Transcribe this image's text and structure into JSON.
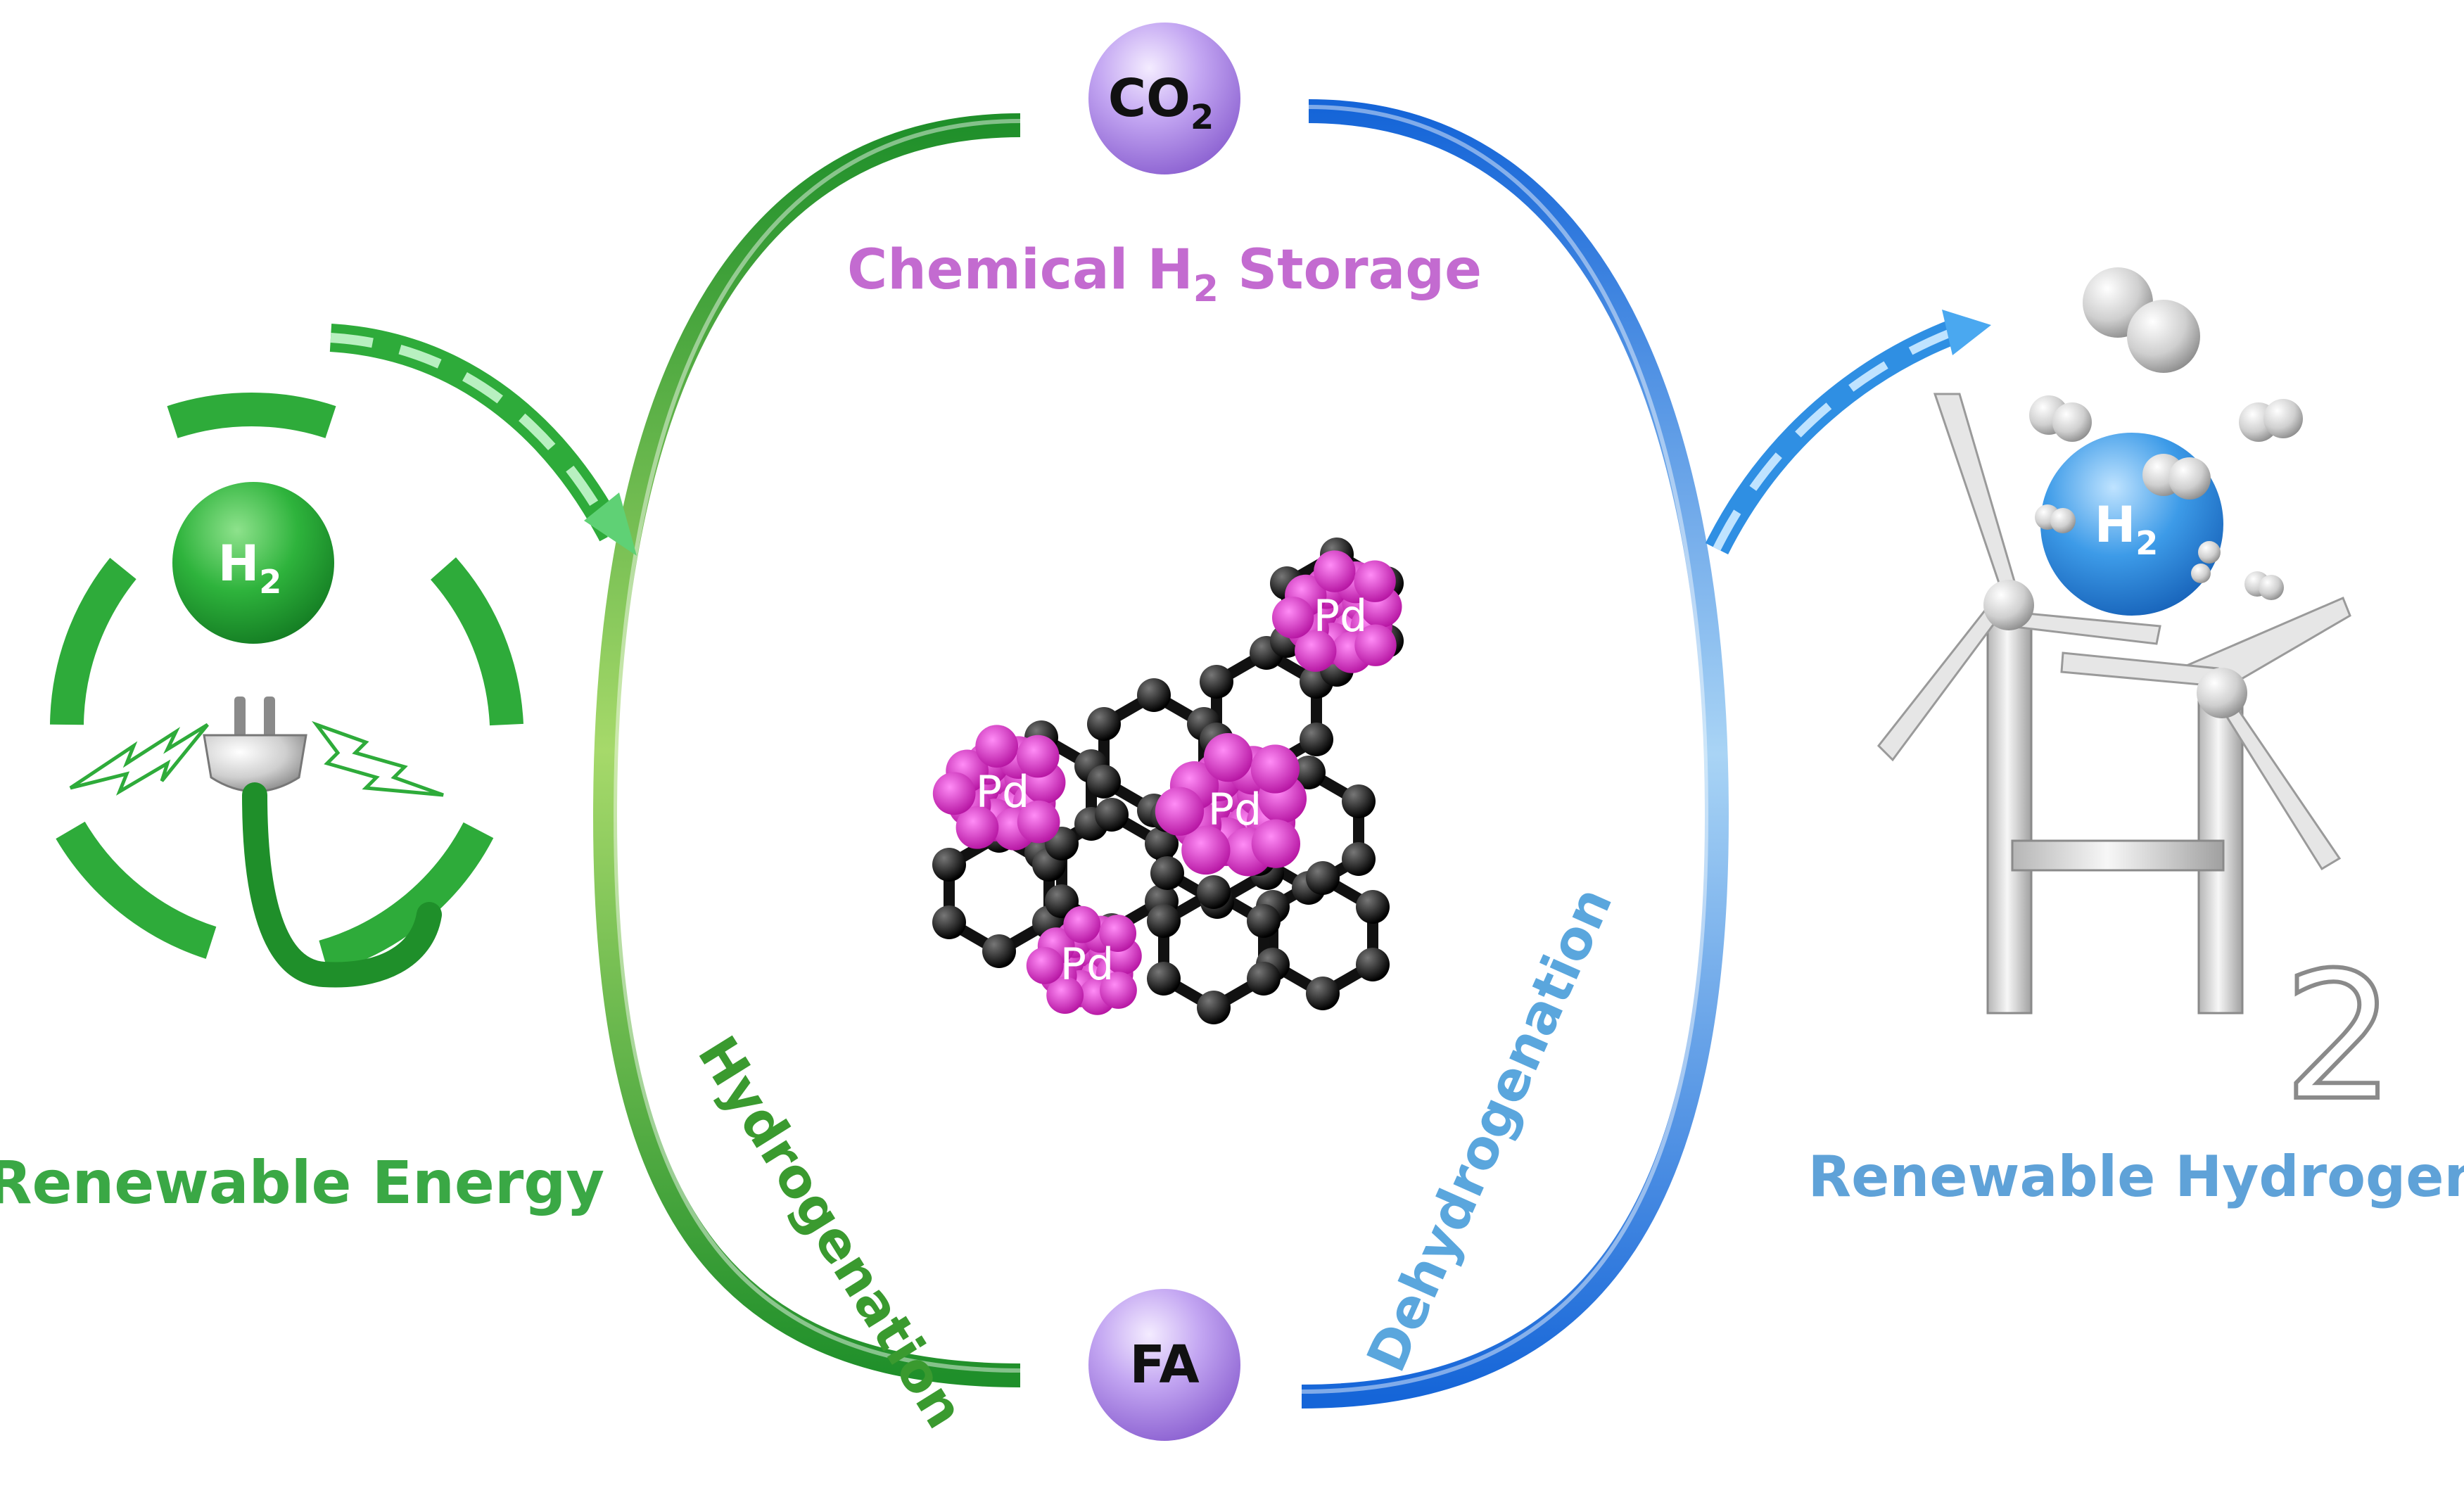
{
  "center": {
    "top_node": {
      "label": "CO",
      "sub": "2"
    },
    "bottom_node": {
      "label": "FA"
    },
    "storage_label": {
      "prefix": "Chemical H",
      "sub": "2",
      "suffix": " Storage"
    },
    "left_arc_label": "Hydrogenation",
    "right_arc_label": "Dehydrogenation",
    "catalyst_labels": [
      "Pd",
      "Pd",
      "Pd",
      "Pd"
    ]
  },
  "left_panel": {
    "node": {
      "label": "H",
      "sub": "2"
    },
    "caption": "Renewable Energy"
  },
  "right_panel": {
    "node": {
      "label": "H",
      "sub": "2"
    },
    "big_glyph_letter": "H",
    "big_glyph_sub": "2",
    "caption": "Renewable Hydrogen"
  },
  "colors": {
    "green_dark": "#1f8f2a",
    "green_light": "#a6d96a",
    "blue_dark": "#1565d8",
    "blue_light": "#a9d4f5",
    "purple": "#b08fe6",
    "pd_magenta": "#d61fcf",
    "storage_text": "#c36bd0",
    "energy_text": "#3aa845",
    "hydrogen_text": "#5fa2d8"
  }
}
